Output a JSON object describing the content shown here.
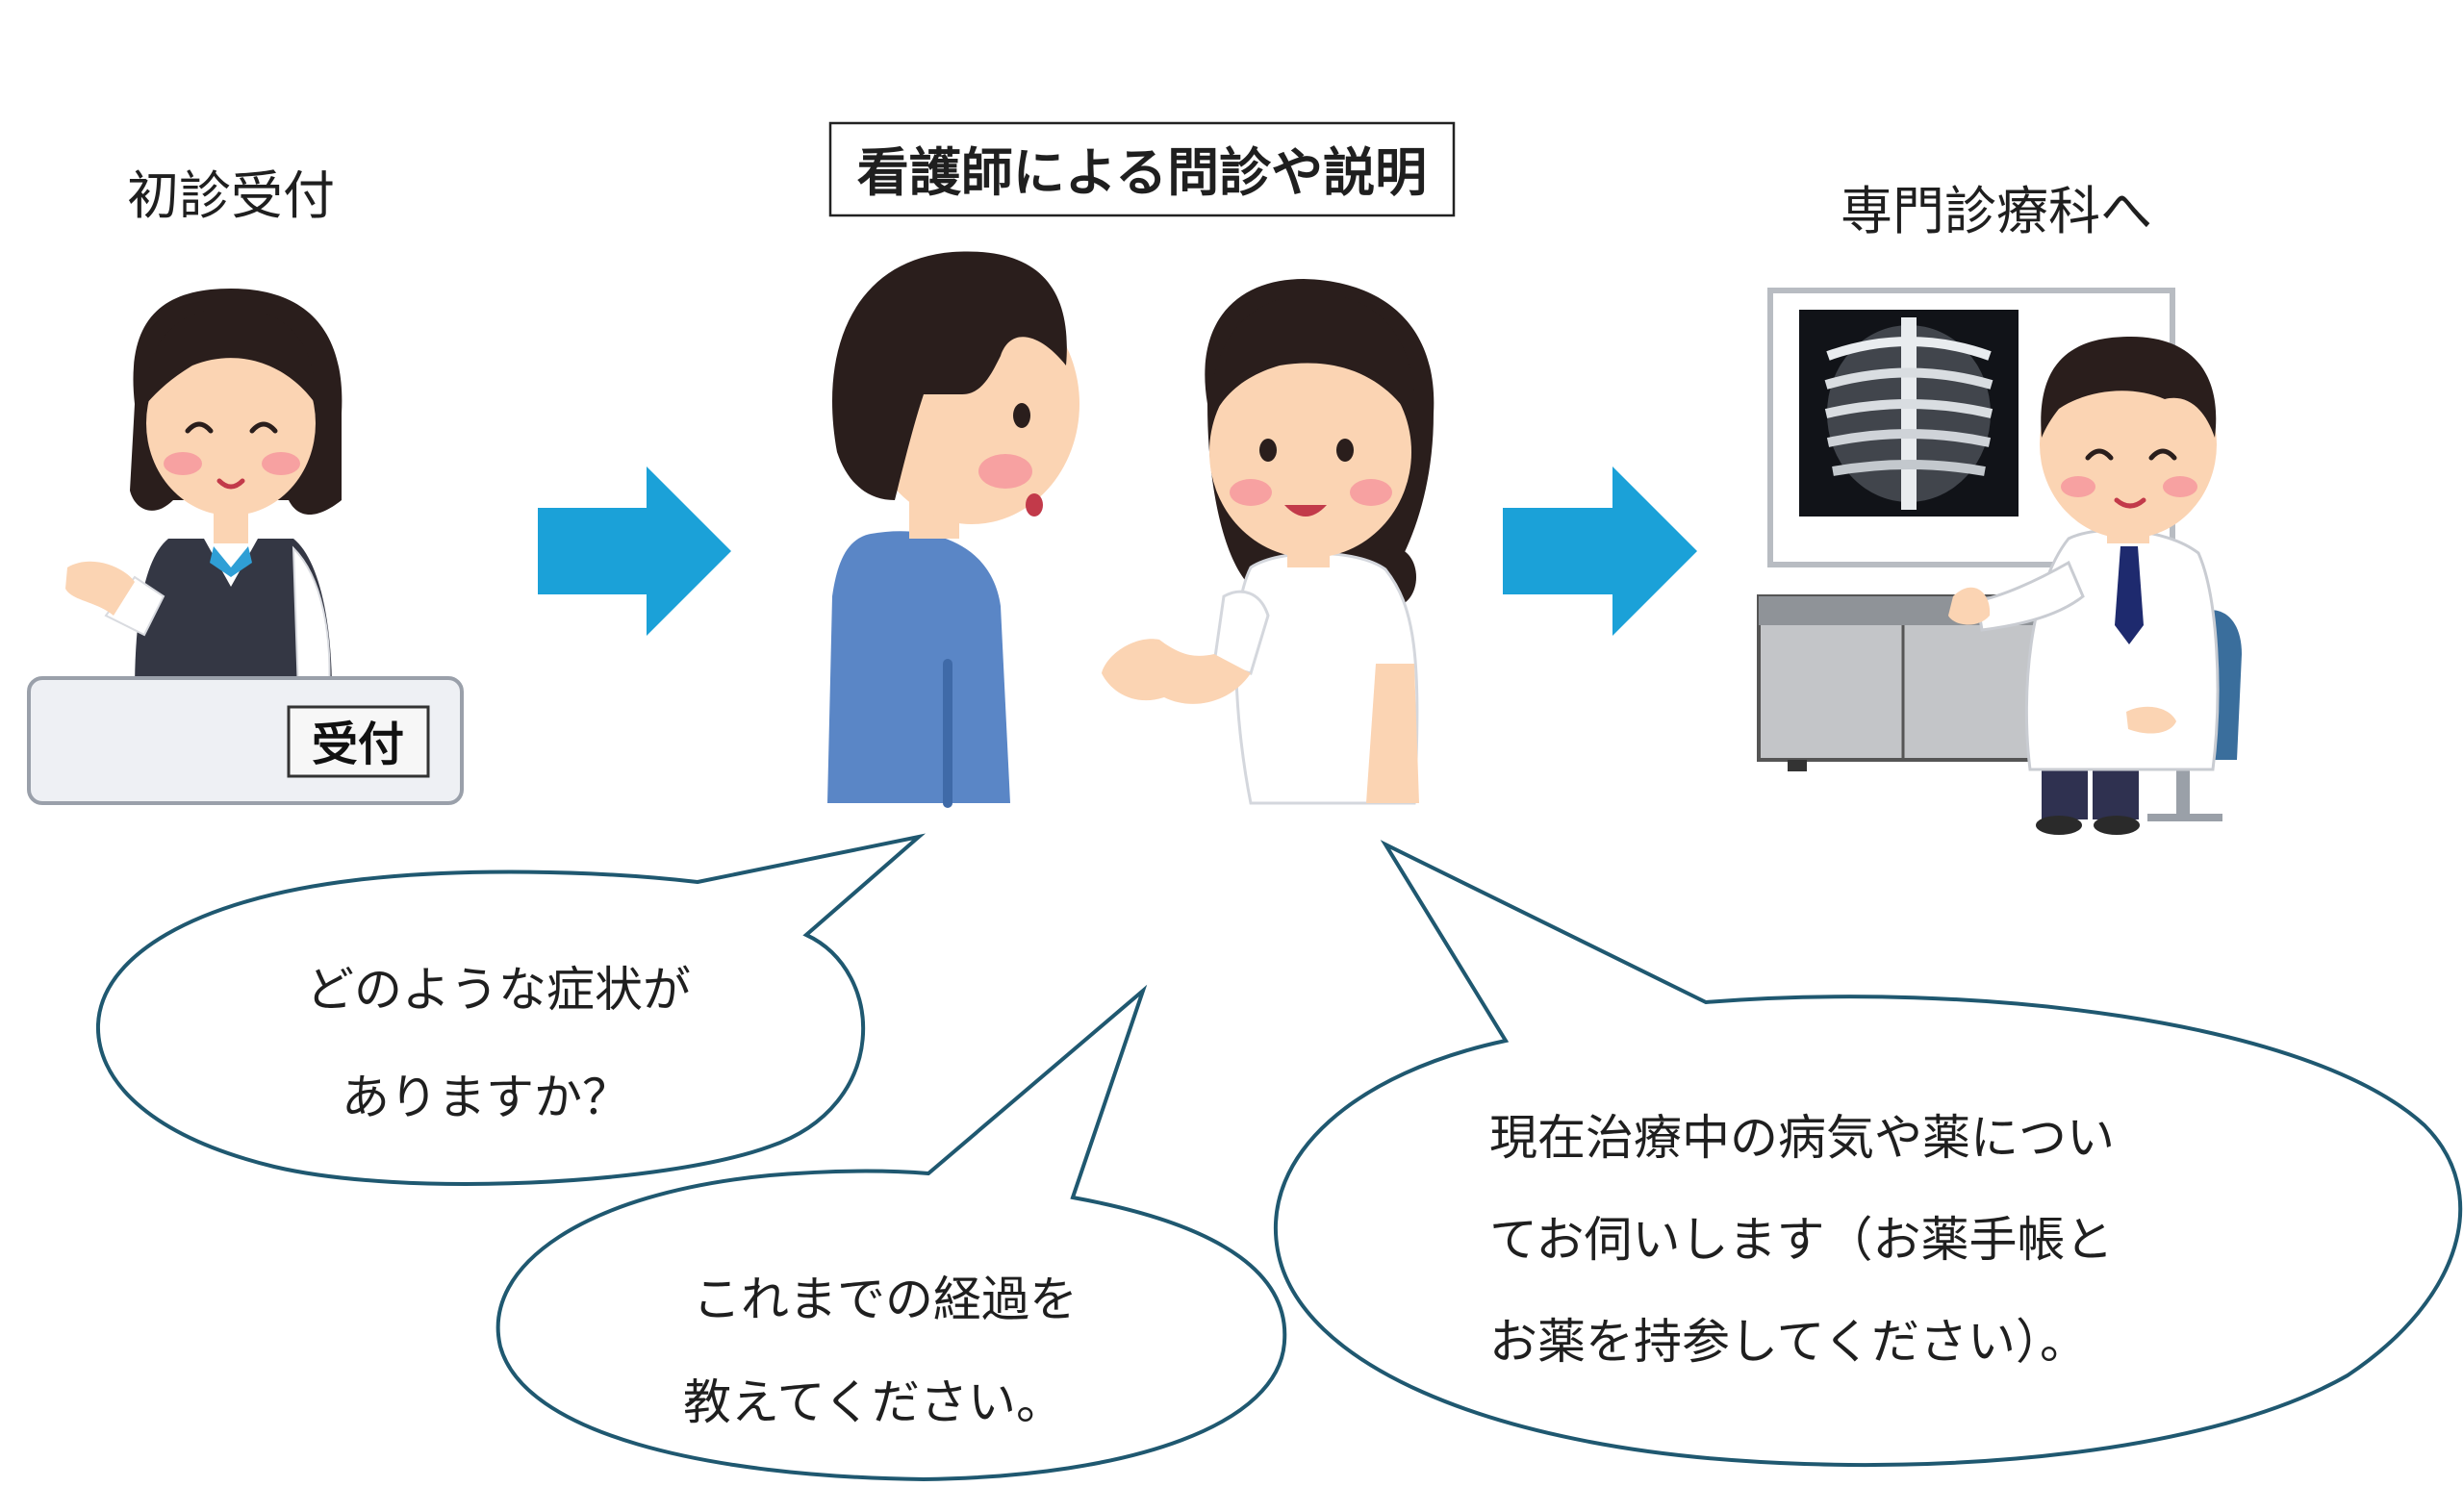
{
  "steps": {
    "reception": {
      "label": "初診受付",
      "sign": "受付"
    },
    "nurse": {
      "label": "看護師による問診や説明"
    },
    "specialist": {
      "label": "専門診療科へ"
    }
  },
  "bubbles": {
    "symptoms": {
      "line1": "どのような症状が",
      "line2": "ありますか？"
    },
    "history": {
      "line1": "これまでの経過を",
      "line2": "教えてください。"
    },
    "medication": {
      "line1": "現在治療中の病気や薬につい",
      "line2": "てお伺いします（お薬手帳と",
      "line3": "お薬を持参してください）。"
    }
  },
  "colors": {
    "arrow": "#1ba1d8",
    "bubble_outline": "#1f5870",
    "hair": "#2a1e1c",
    "skin": "#fbd4b3",
    "cheek": "#f7a1a1",
    "patient_shirt": "#5a86c6",
    "desk": "#eef0f4",
    "cabinet": "#c3c5c8"
  },
  "icons": [
    "arrow-right-icon",
    "xray-image-icon"
  ]
}
